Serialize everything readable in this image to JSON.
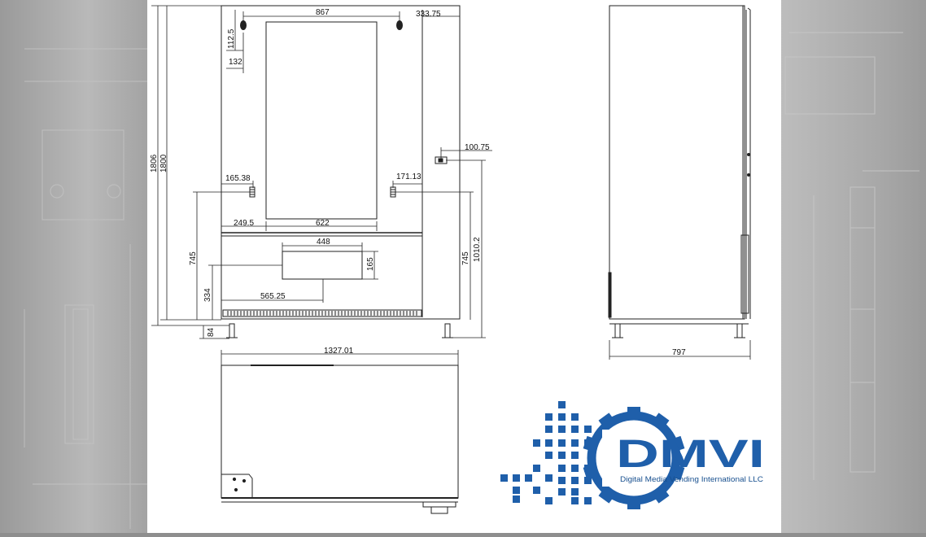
{
  "drawing": {
    "front_view": {
      "width_top": "867",
      "right_offset": "333.75",
      "lock_height": "112.5",
      "lock_offset": "132",
      "overall_height_a": "1806",
      "overall_height_b": "1800",
      "latch_width": "100.75",
      "left_mark": "165.38",
      "right_mark": "171.13",
      "screen_left": "249.5",
      "screen_width": "622",
      "slot_width": "448",
      "slot_height": "165",
      "slot_offset": "565.25",
      "left_745": "745",
      "right_745": "745",
      "right_1010": "1010.2",
      "base_334": "334",
      "foot_84": "84"
    },
    "plan_view": {
      "width": "1327.01"
    },
    "side_view": {
      "depth": "797"
    }
  },
  "logo": {
    "name": "DMVI",
    "tagline": "Digital Media Vending International LLC",
    "colors": {
      "blue": "#1f5faa",
      "dark_blue": "#18508f"
    }
  }
}
